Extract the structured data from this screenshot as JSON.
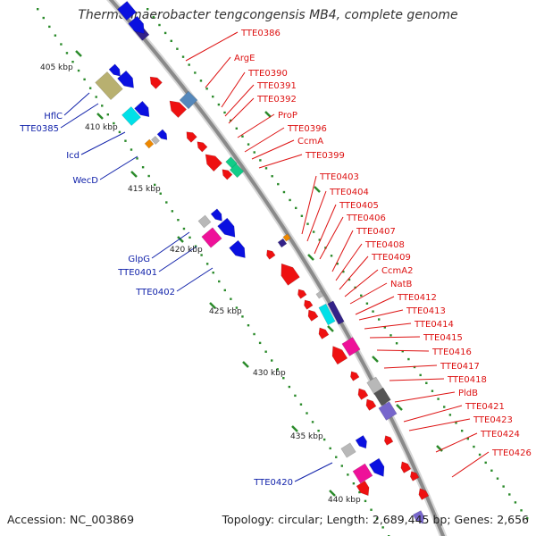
{
  "title": "Thermoanaerobacter tengcongensis MB4, complete genome",
  "footer": {
    "accession": "Accession: NC_003869",
    "topology": "Topology: circular; Length: 2,689,445 bp; Genes: 2,656"
  },
  "colors": {
    "backbone": "#8a8a8a",
    "tick": "#2a8a2a",
    "label_red": "#dd1111",
    "label_blue": "#1122aa",
    "gene_red": "#ee1111",
    "gene_blue": "#0a10e0",
    "gene_olive": "#b8b070",
    "gene_cyan": "#00e0e8",
    "gene_orange": "#ee8800",
    "gene_gray": "#b8b8b8",
    "gene_magenta": "#ee1199",
    "gene_steel": "#5588bb",
    "gene_green": "#11cc88",
    "gene_navy": "#332288",
    "gene_slate": "#7766cc",
    "gene_dark": "#555555"
  },
  "scale_labels": [
    "405 kbp",
    "410 kbp",
    "415 kbp",
    "420 kbp",
    "425 kbp",
    "430 kbp",
    "435 kbp",
    "440 kbp"
  ],
  "labels_right": [
    "TTE0386",
    "ArgE",
    "TTE0390",
    "TTE0391",
    "TTE0392",
    "ProP",
    "TTE0396",
    "CcmA",
    "TTE0399",
    "TTE0403",
    "TTE0404",
    "TTE0405",
    "TTE0406",
    "TTE0407",
    "TTE0408",
    "TTE0409",
    "CcmA2",
    "NatB",
    "TTE0412",
    "TTE0413",
    "TTE0414",
    "TTE0415",
    "TTE0416",
    "TTE0417",
    "TTE0418",
    "PldB",
    "TTE0421",
    "TTE0423",
    "TTE0424",
    "TTE0426"
  ],
  "labels_left": [
    "HflC",
    "TTE0385",
    "Icd",
    "WecD",
    "GlpG",
    "TTE0401",
    "TTE0402",
    "TTE0420"
  ]
}
